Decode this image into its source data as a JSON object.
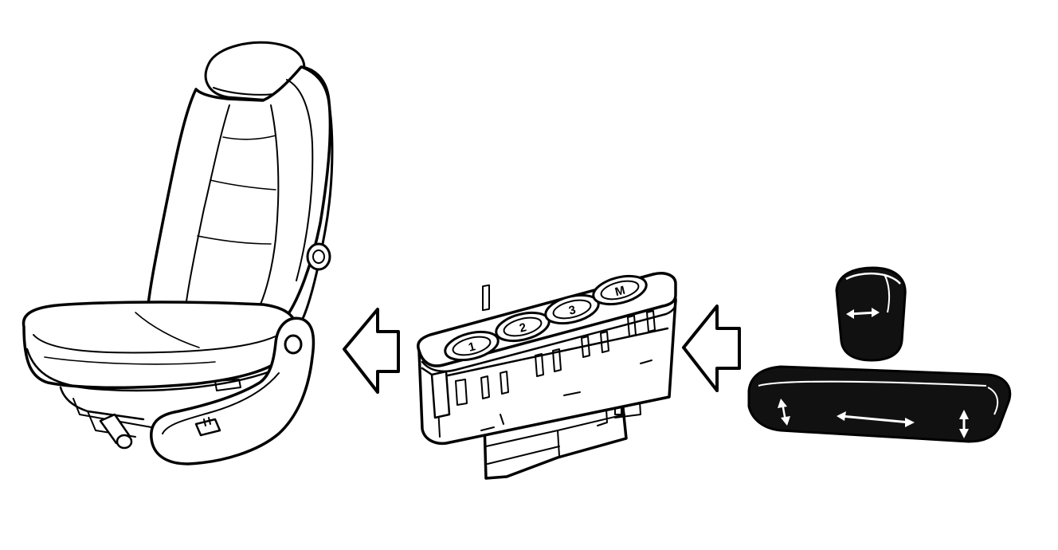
{
  "diagram": {
    "memory_buttons": [
      {
        "label": "1"
      },
      {
        "label": "2"
      },
      {
        "label": "3"
      },
      {
        "label": "M"
      }
    ]
  }
}
